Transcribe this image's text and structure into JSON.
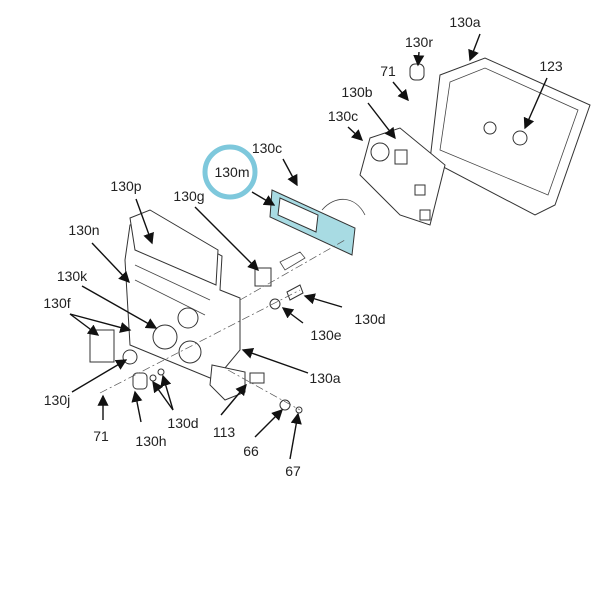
{
  "colors": {
    "highlight_circle": "#7ec8dc",
    "board": "#a8dbe3",
    "ink": "#222222"
  },
  "labels": {
    "a_top": "130a",
    "r": "130r",
    "n71_top": "71",
    "n123": "123",
    "b": "130b",
    "c_upper": "130c",
    "c_lower": "130c",
    "m": "130m",
    "p": "130p",
    "g": "130g",
    "n": "130n",
    "k": "130k",
    "f": "130f",
    "d_right": "130d",
    "e": "130e",
    "a_mid": "130a",
    "j": "130j",
    "n71_bottom": "71",
    "h": "130h",
    "d_bottom": "130d",
    "n113": "113",
    "n66": "66",
    "n67": "67"
  }
}
